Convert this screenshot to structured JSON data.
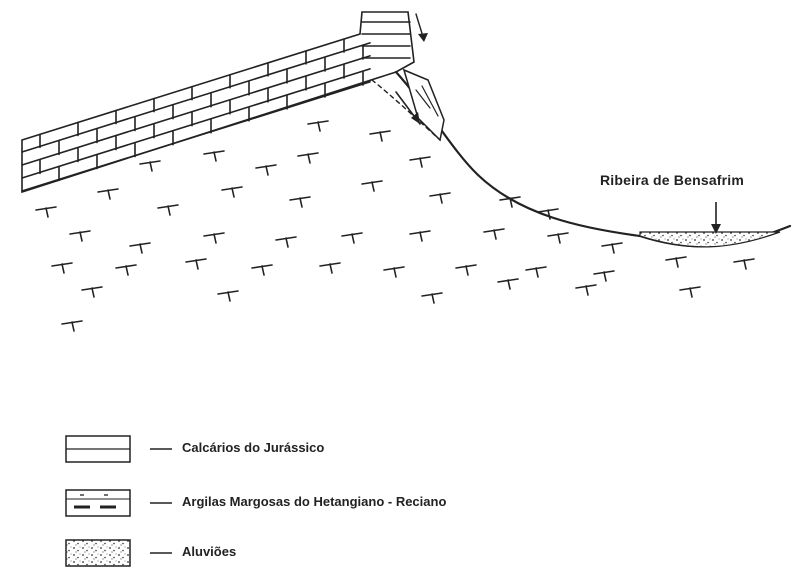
{
  "labels": {
    "river": "Ribeira de Bensafrim"
  },
  "legend": [
    {
      "pattern": "limestone",
      "text": "Calcários do Jurássico"
    },
    {
      "pattern": "marl",
      "text": "Argilas Margosas do Hetangiano - Reciano"
    },
    {
      "pattern": "alluvium",
      "text": "Aluviões"
    }
  ],
  "colors": {
    "ink": "#222222",
    "background": "#ffffff"
  }
}
